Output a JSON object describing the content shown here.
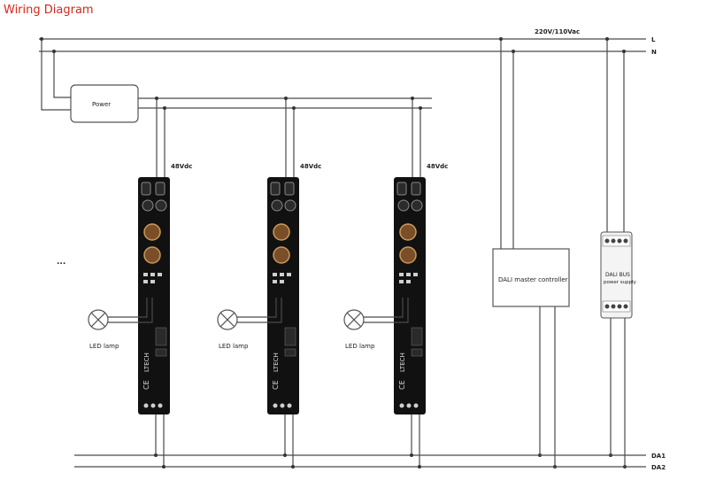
{
  "title": "Wiring Diagram",
  "labels": {
    "mains_voltage": "220V/110Vac",
    "line": "L",
    "neutral": "N",
    "power": "Power",
    "dc_voltage": "48Vdc",
    "led_lamp": "LED lamp",
    "ellipsis": "...",
    "dali_master": "DALI master controller",
    "dali_bus_line1": "DALI BUS",
    "dali_bus_line2": "power supply",
    "da1": "DA1",
    "da2": "DA2"
  },
  "drivers": [
    {
      "dc_label": "48Vdc",
      "lamp_label": "LED lamp"
    },
    {
      "dc_label": "48Vdc",
      "lamp_label": "LED lamp"
    },
    {
      "dc_label": "48Vdc",
      "lamp_label": "LED lamp"
    }
  ],
  "colors": {
    "title": "#d9261c",
    "wire": "#4a4a4a",
    "pcb": "#111111"
  }
}
